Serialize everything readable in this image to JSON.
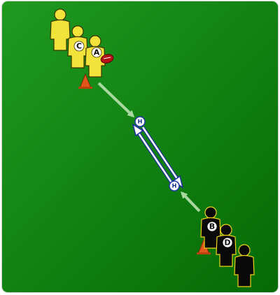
{
  "field": {
    "colors": {
      "grass_light": "#1f9a1f",
      "grass_dark": "#056a05"
    }
  },
  "players": {
    "team_yellow": {
      "color": "#f2e33a",
      "shade": "#c9b820",
      "outline": "#3b3300",
      "labels": [
        "C",
        "A"
      ]
    },
    "team_black": {
      "color": "#0a0a0a",
      "accent": "#f2d21a",
      "labels": [
        "B",
        "D"
      ]
    }
  },
  "markers": {
    "label": "H",
    "fill": "#ffffff",
    "stroke": "#1e3aa8"
  },
  "cones": {
    "color": "#e0561b"
  },
  "ball": {
    "color": "#b31217",
    "lace": "#ffffff"
  },
  "arrows": {
    "run_color": "#a8d8a0",
    "pass_color": "#ffffff",
    "pass_outline": "#1e2fa0"
  }
}
